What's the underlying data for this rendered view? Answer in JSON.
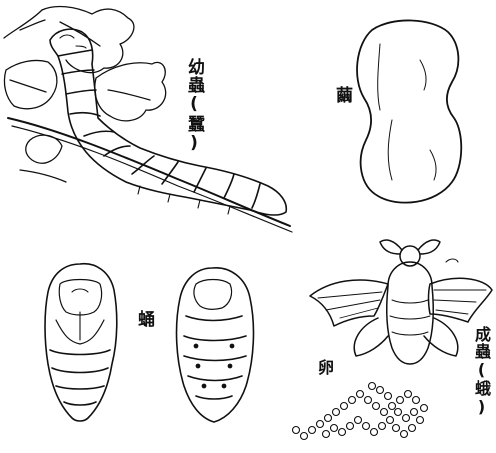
{
  "labels": {
    "larva": "幼蟲(蠶)",
    "cocoon": "繭",
    "pupa": "蛹",
    "moth": "成蟲(蛾)",
    "egg": "卵"
  }
}
